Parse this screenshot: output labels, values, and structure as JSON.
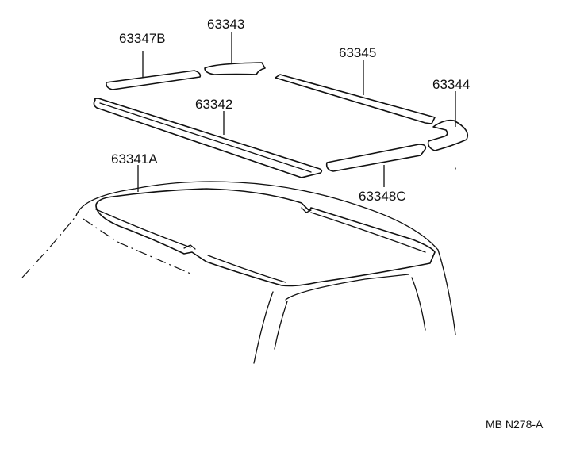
{
  "labels": {
    "p63343": "63343",
    "p63347b": "63347B",
    "p63345": "63345",
    "p63344": "63344",
    "p63342": "63342",
    "p63341a": "63341A",
    "p63348c": "63348C"
  },
  "figure_code": "MB N278-A"
}
